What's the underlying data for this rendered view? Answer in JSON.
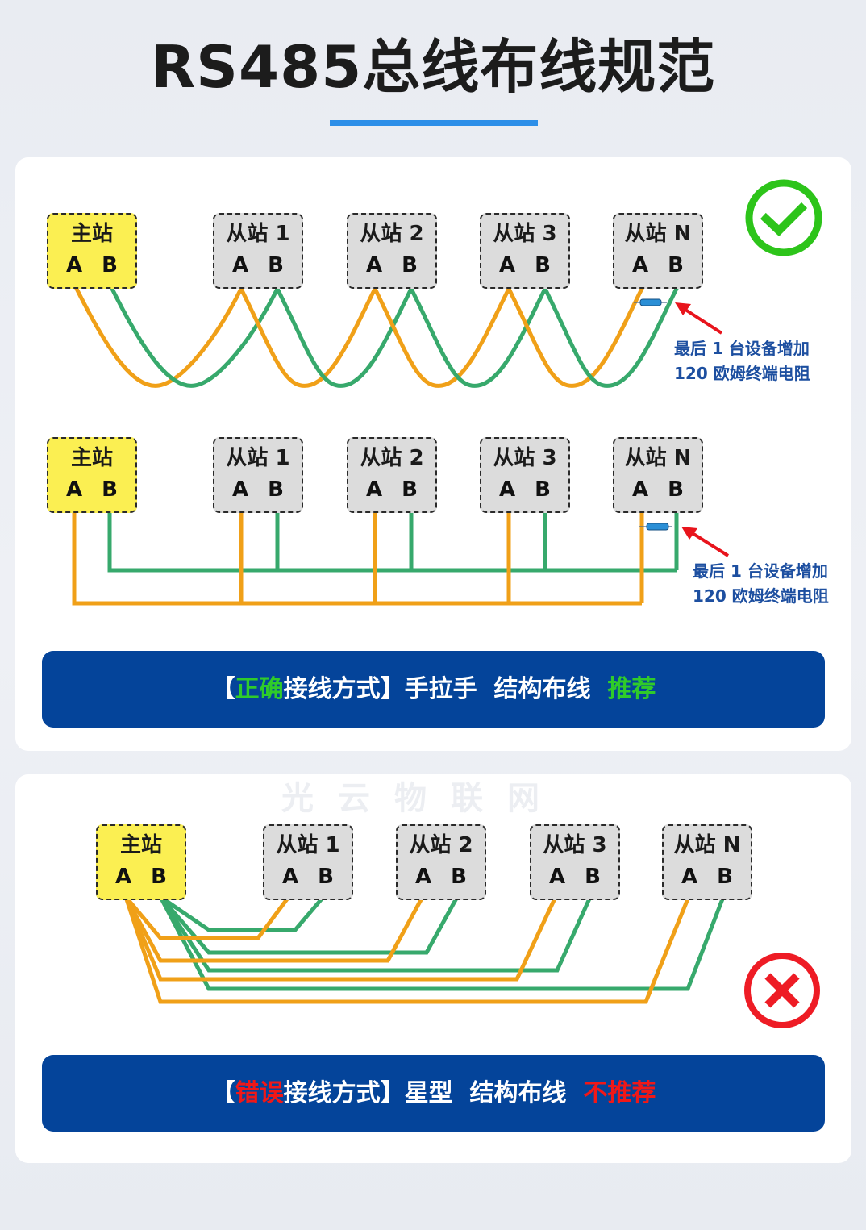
{
  "title": "RS485总线布线规范",
  "colors": {
    "wire_a": "#f0a018",
    "wire_b": "#37a96c",
    "banner_bg": "#04449a",
    "accent_blue": "#2d8fe8",
    "ok_green": "#2dc41a",
    "error_red": "#ee1c25",
    "master_fill": "#fbef52",
    "slave_fill": "#dcdcdc",
    "note_blue": "#1d4fa0"
  },
  "watermark": "光云物联网",
  "nodes": {
    "master": {
      "name": "主站",
      "pin_a": "A",
      "pin_b": "B"
    },
    "slaves": [
      {
        "name": "从站 1",
        "pin_a": "A",
        "pin_b": "B"
      },
      {
        "name": "从站 2",
        "pin_a": "A",
        "pin_b": "B"
      },
      {
        "name": "从站 3",
        "pin_a": "A",
        "pin_b": "B"
      },
      {
        "name": "从站 N",
        "pin_a": "A",
        "pin_b": "B"
      }
    ]
  },
  "correct_section": {
    "status_icon": "check-circle-icon",
    "termination_note": {
      "line1": "最后 1 台设备增加",
      "line2": "120 欧姆终端电阻"
    },
    "banner": {
      "bracket_open": "【",
      "highlight": "正确",
      "method": "接线方式",
      "bracket_close": "】",
      "description": "手拉手  结构布线  ",
      "verdict": "推荐"
    }
  },
  "wrong_section": {
    "status_icon": "x-circle-icon",
    "banner": {
      "bracket_open": "【",
      "highlight": "错误",
      "method": "接线方式",
      "bracket_close": "】",
      "description": "星型  结构布线  ",
      "verdict": "不推荐"
    }
  }
}
